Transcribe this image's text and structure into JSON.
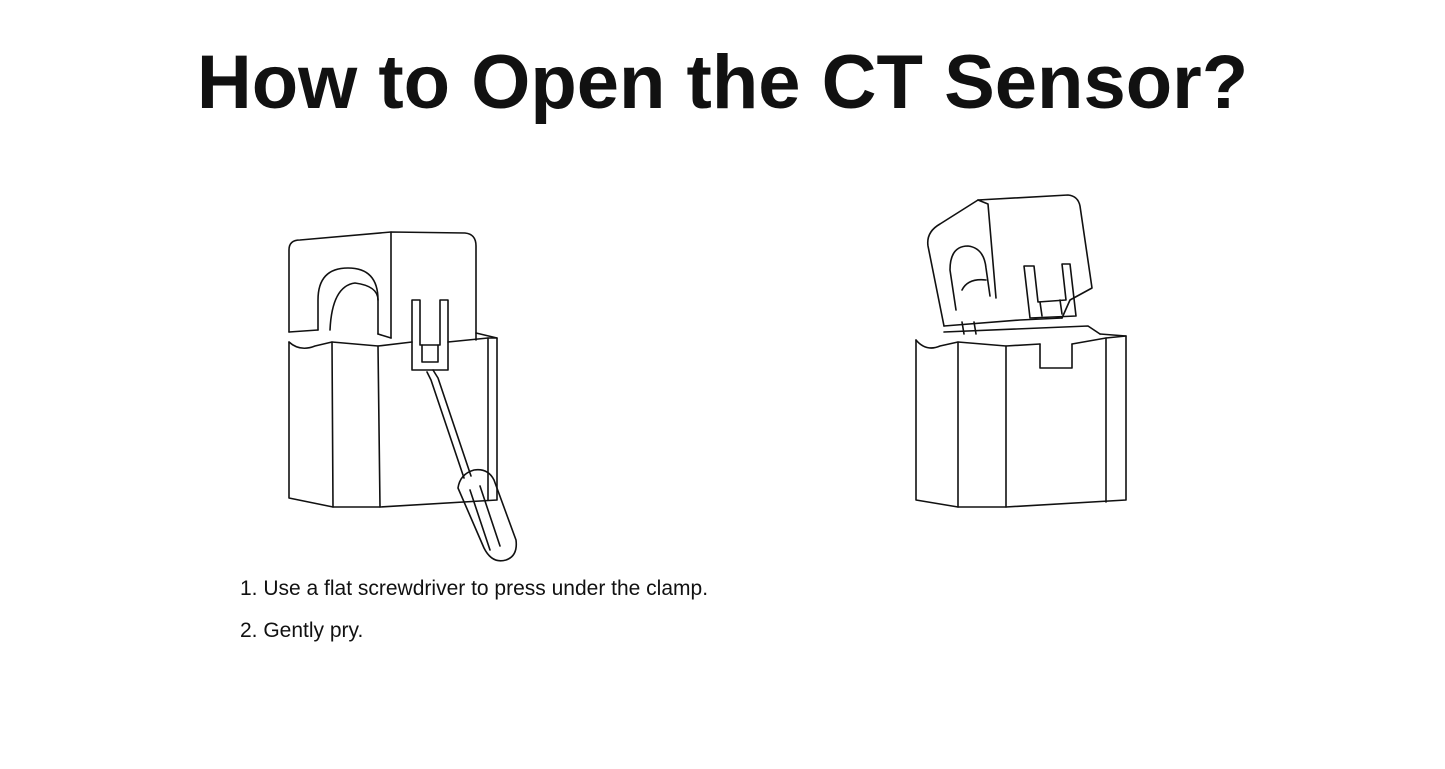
{
  "title": "How to Open the CT Sensor?",
  "figures": [
    {
      "name": "ct-sensor-closed-with-screwdriver"
    },
    {
      "name": "ct-sensor-opened"
    }
  ],
  "steps": [
    "1. Use a flat screwdriver to press under the clamp.",
    "2. Gently pry."
  ],
  "colors": {
    "background": "#ffffff",
    "line": "#111111"
  }
}
